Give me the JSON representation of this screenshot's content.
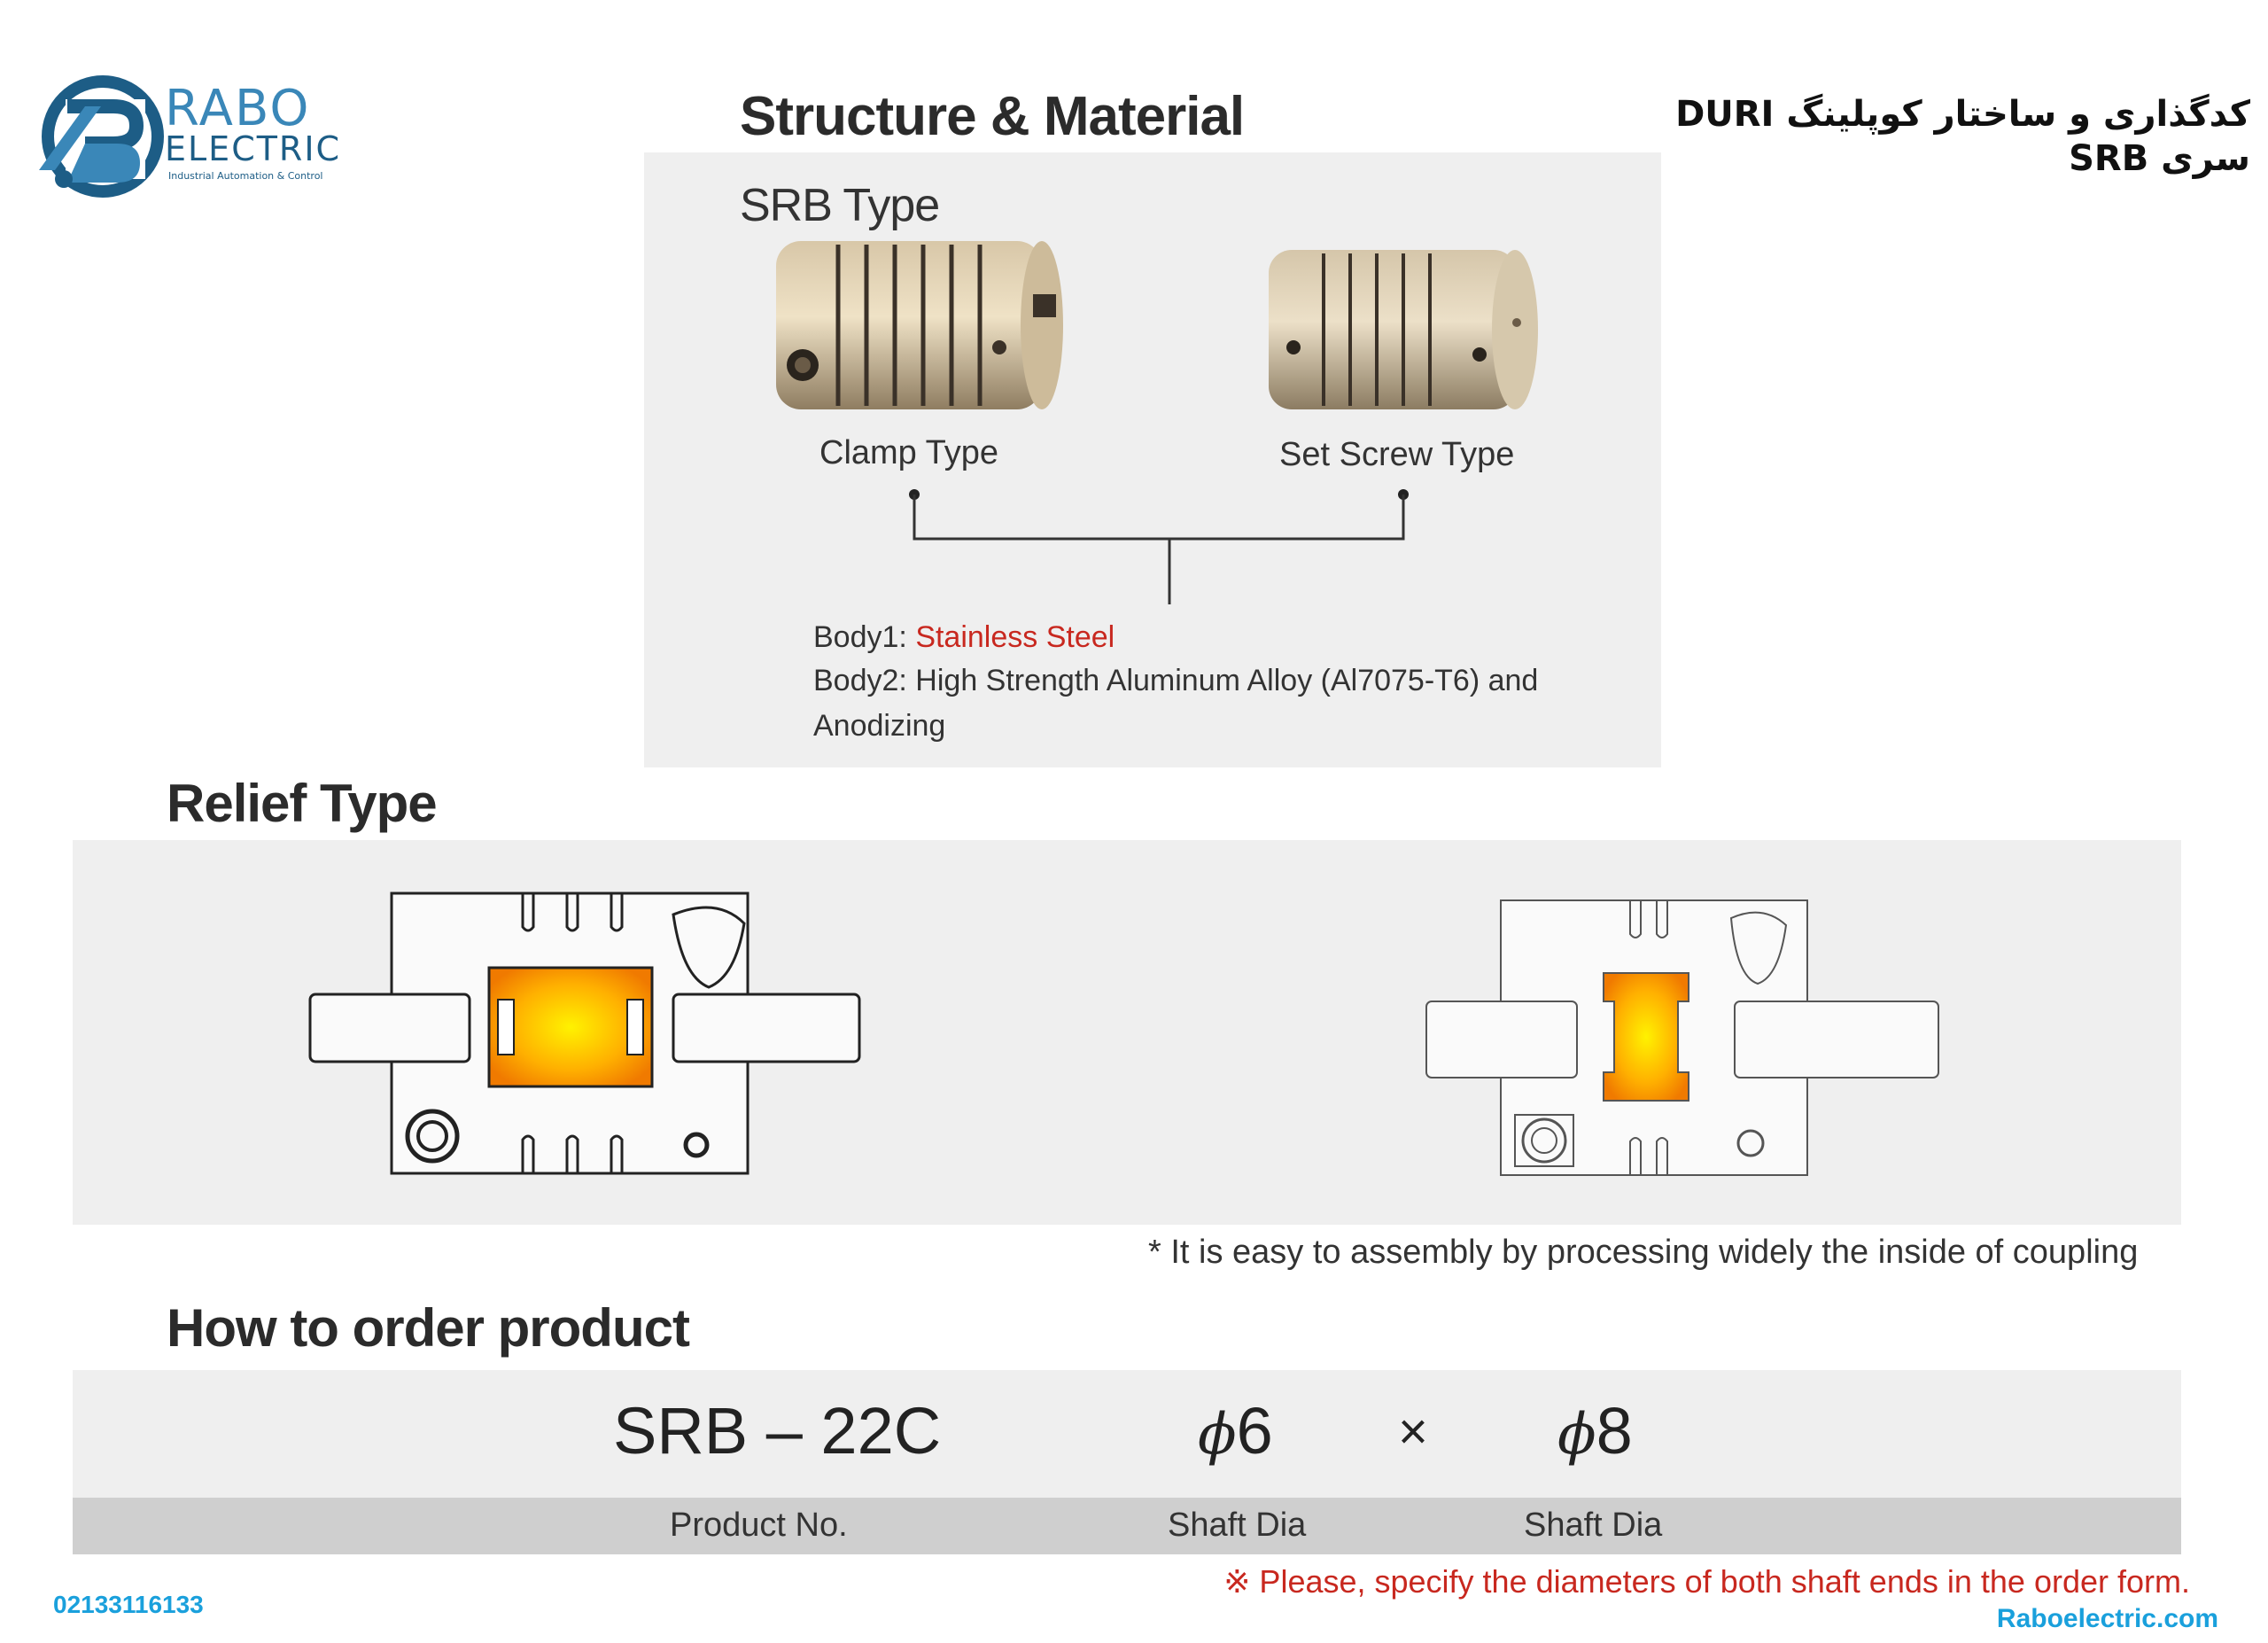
{
  "logo": {
    "brand": "RABO",
    "sub": "ELECTRIC",
    "tagline": "Industrial Automation & Control",
    "colors": {
      "light": "#3a87b8",
      "dark": "#1d5d86"
    }
  },
  "persian_title": {
    "line1": "کدگذاری و ساختار کوپلینگ DURI",
    "line2": "سری SRB"
  },
  "structure": {
    "heading": "Structure & Material",
    "type_label": "SRB Type",
    "clamp_label": "Clamp Type",
    "setscrew_label": "Set Screw Type",
    "body1_prefix": "Body1: ",
    "body1_material": "Stainless Steel",
    "body2_line1": "Body2: High Strength Aluminum Alloy (Al7075-T6) and",
    "body2_line2": "Anodizing"
  },
  "relief": {
    "heading": "Relief Type",
    "note": "* It is easy to assembly by processing widely the inside of coupling"
  },
  "order": {
    "heading": "How to order product",
    "code": "SRB – 22C",
    "phi_symbol": "ϕ",
    "shaft1": "6",
    "times": "×",
    "shaft2": "8",
    "label_product": "Product No.",
    "label_shaft1": "Shaft Dia",
    "label_shaft2": "Shaft Dia",
    "note": "※ Please, specify the diameters of both shaft ends in the order form."
  },
  "footer": {
    "phone": "02133116133",
    "website": "Raboelectric.com",
    "accent": "#1aa0dc"
  }
}
